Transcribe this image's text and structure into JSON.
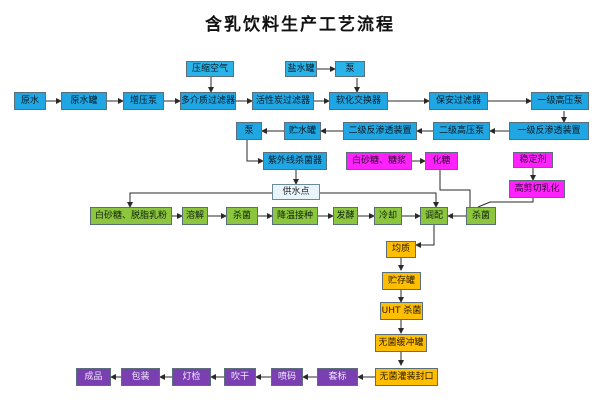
{
  "title": "含乳饮料生产工艺流程",
  "nodes": {
    "n_yuanshui": "原水",
    "n_yuanshuiguan": "原水罐",
    "n_zengyabeng1": "增压泵",
    "n_duojie": "多介质过滤器",
    "n_yasuo": "压缩空气",
    "n_huoxingtan": "活性炭过滤器",
    "n_yanshuiguan": "盐水罐",
    "n_beng1": "泵",
    "n_ruanhua": "软化交换器",
    "n_baoan": "保安过滤器",
    "n_yijigaoya": "一级高压泵",
    "n_yijifanshen": "一级反渗透装置",
    "n_erjigaoya": "二级高压泵",
    "n_erjifanshen": "二级反渗透装置",
    "n_zhushuiguan": "贮水罐",
    "n_beng2": "泵",
    "n_ziwai": "紫外线杀菌器",
    "n_baishatang1": "白砂糖、糖浆",
    "n_huatang": "化糖",
    "n_wendingji": "稳定剂",
    "n_gaojian": "高剪切乳化",
    "n_gongshuidian": "供水点",
    "n_baishatang2": "白砂糖、脱脂乳粉",
    "n_rongjie": "溶解",
    "n_shajun1": "杀菌",
    "n_jiangwen": "降温接种",
    "n_fajiao": "发酵",
    "n_lengque": "冷却",
    "n_tiaopei": "调配",
    "n_shajun2": "杀菌",
    "n_junzhi": "均质",
    "n_zhucunguan": "贮存罐",
    "n_uht": "UHT 杀菌",
    "n_huanchong": "无菌缓冲罐",
    "n_guanzhuang": "无菌灌装封口",
    "n_tiebiao": "套标",
    "n_pengma": "喷码",
    "n_chuigan": "吹干",
    "n_jingjian": "灯检",
    "n_baozhuang": "包装",
    "n_chengpin": "成品"
  },
  "colors": {
    "water": "#1fa6e3",
    "ingredients": "#8cc63f",
    "additives": "#ff22ff",
    "sterile": "#ffbf00",
    "packing": "#7a3fb0"
  }
}
